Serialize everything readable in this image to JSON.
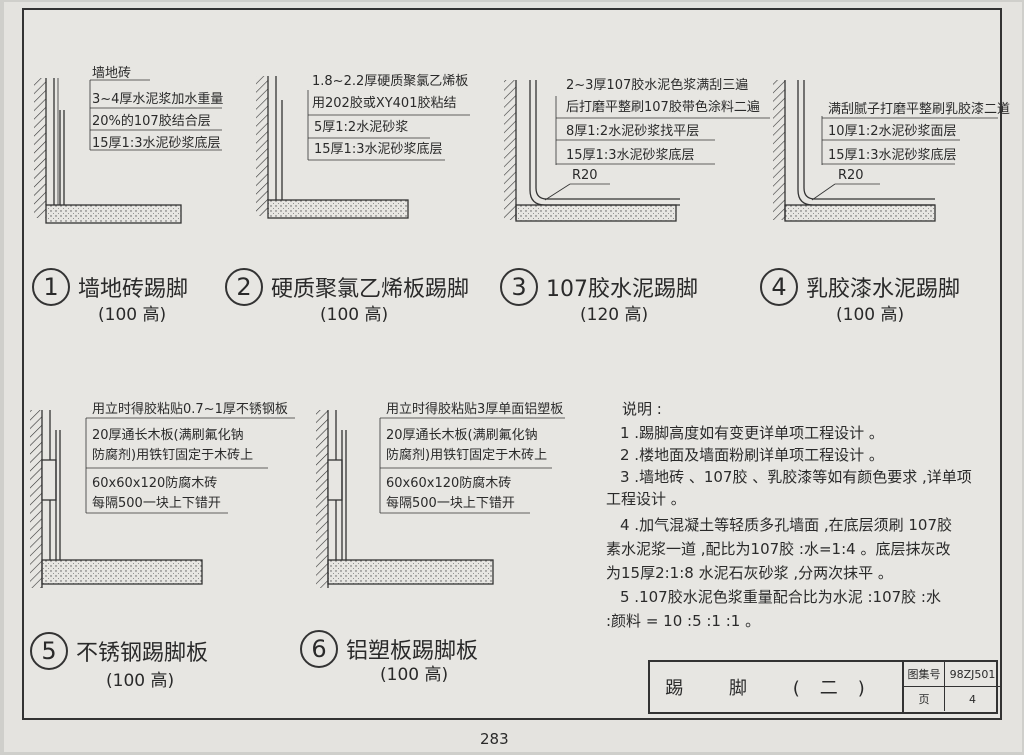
{
  "details": [
    {
      "number": "1",
      "title": "墙地砖踢脚",
      "height": "(100 高)",
      "layers": [
        "墙地砖",
        "3~4厚水泥浆加水重量",
        "20%的107胶结合层",
        "15厚1:3水泥砂浆底层"
      ]
    },
    {
      "number": "2",
      "title": "硬质聚氯乙烯板踢脚",
      "height": "(100 高)",
      "layers": [
        "1.8~2.2厚硬质聚氯乙烯板",
        "用202胶或XY401胶粘结",
        "5厚1:2水泥砂浆",
        "15厚1:3水泥砂浆底层"
      ]
    },
    {
      "number": "3",
      "title": "107胶水泥踢脚",
      "height": "(120 高)",
      "radius": "R20",
      "layers": [
        "2~3厚107胶水泥色浆满刮三遍",
        "后打磨平整刷107胶带色涂料二遍",
        "8厚1:2水泥砂浆找平层",
        "15厚1:3水泥砂浆底层"
      ]
    },
    {
      "number": "4",
      "title": "乳胶漆水泥踢脚",
      "height": "(100 高)",
      "radius": "R20",
      "layers": [
        "满刮腻子打磨平整刷乳胶漆二道",
        "10厚1:2水泥砂浆面层",
        "15厚1:3水泥砂浆底层"
      ]
    },
    {
      "number": "5",
      "title": "不锈钢踢脚板",
      "height": "(100 高)",
      "layers": [
        "用立时得胶粘贴0.7~1厚不锈钢板",
        "20厚通长木板(满刷氟化钠",
        "防腐剂)用铁钉固定于木砖上",
        "60x60x120防腐木砖",
        "每隔500一块上下错开"
      ]
    },
    {
      "number": "6",
      "title": "铝塑板踢脚板",
      "height": "(100 高)",
      "layers": [
        "用立时得胶粘贴3厚单面铝塑板",
        "20厚通长木板(满刷氟化钠",
        "防腐剂)用铁钉固定于木砖上",
        "60x60x120防腐木砖",
        "每隔500一块上下错开"
      ]
    }
  ],
  "notes": {
    "heading": "说明 :",
    "items": [
      "1 .踢脚高度如有变更详单项工程设计 。",
      "2 .楼地面及墙面粉刷详单项工程设计 。",
      "3 .墙地砖 、107胶 、乳胶漆等如有颜色要求 ,详单项",
      "工程设计 。",
      "4 .加气混凝土等轻质多孔墙面 ,在底层须刷 107胶",
      "素水泥浆一道 ,配比为107胶 :水=1:4 。底层抹灰改",
      "为15厚2:1:8 水泥石灰砂浆 ,分两次抹平 。",
      "5 .107胶水泥色浆重量配合比为水泥 :107胶 :水",
      ":颜料 = 10 :5 :1 :1 。"
    ]
  },
  "title_block": {
    "title": "踢 脚 (二)",
    "atlas_label": "图集号",
    "atlas_value": "98ZJ501",
    "page_label": "页",
    "page_value": "4"
  },
  "page_number": "283"
}
